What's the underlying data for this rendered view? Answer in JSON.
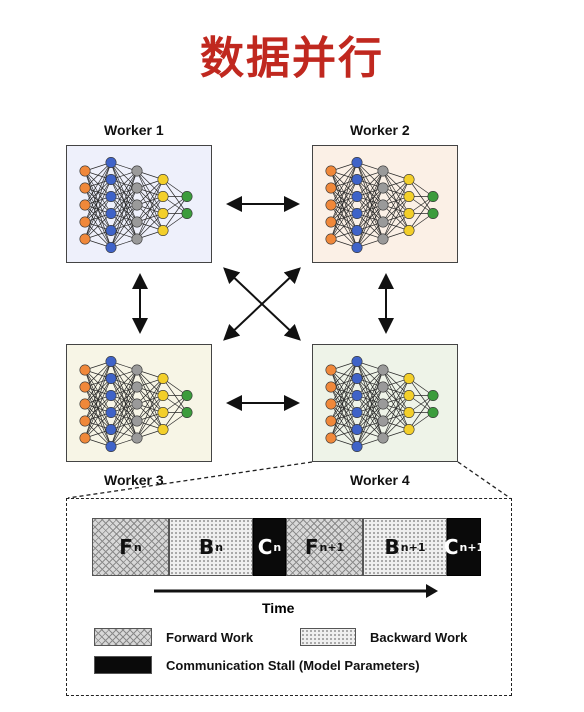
{
  "title": "数据并行",
  "colors": {
    "title": "#c0281f",
    "worker_backgrounds": [
      "#eef0fb",
      "#fbf0e6",
      "#f7f5e6",
      "#eef3e8"
    ],
    "node_orange": "#f0883a",
    "node_blue": "#3f63c8",
    "node_gray": "#9a9a9a",
    "node_yellow": "#f3cf2a",
    "node_green": "#3c9c3c",
    "communication": "#000000"
  },
  "workers": [
    {
      "label": "Worker 1"
    },
    {
      "label": "Worker 2"
    },
    {
      "label": "Worker 3"
    },
    {
      "label": "Worker 4"
    }
  ],
  "timeline": {
    "segments": [
      {
        "letter": "F",
        "sub": "n",
        "kind": "forward"
      },
      {
        "letter": "B",
        "sub": "n",
        "kind": "backward"
      },
      {
        "letter": "C",
        "sub": "n",
        "kind": "communication"
      },
      {
        "letter": "F",
        "sub": "n+1",
        "kind": "forward"
      },
      {
        "letter": "B",
        "sub": "n+1",
        "kind": "backward"
      },
      {
        "letter": "C",
        "sub": "n+1",
        "kind": "communication"
      }
    ],
    "time_label": "Time"
  },
  "legend": {
    "forward": "Forward Work",
    "backward": "Backward Work",
    "communication": "Communication Stall (Model Parameters)"
  }
}
